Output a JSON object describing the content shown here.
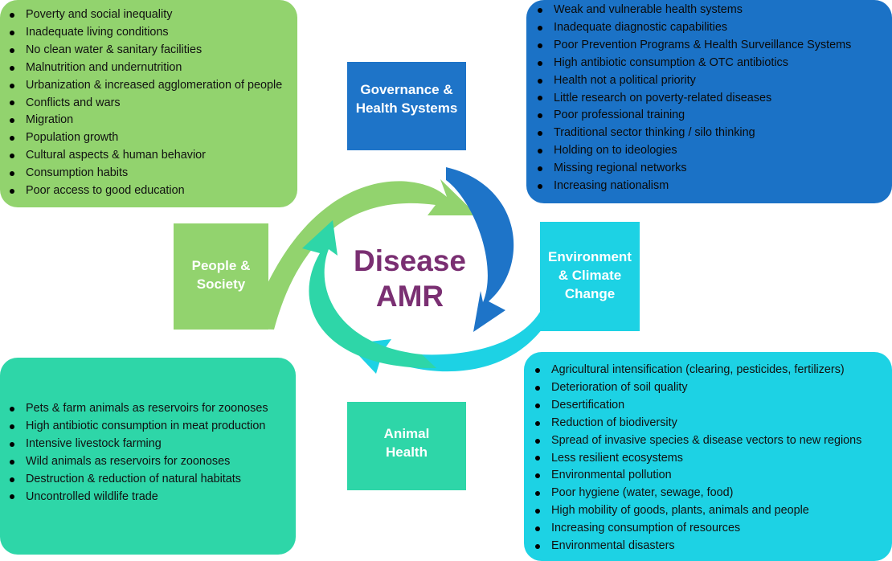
{
  "colors": {
    "people": "#92d36e",
    "governance": "#1e74c8",
    "governance_panel": "#1b72c6",
    "environment": "#1dd2e4",
    "animal": "#2ed6a8",
    "center_text": "#7a2f72"
  },
  "center": {
    "line1": "Disease",
    "line2": "AMR"
  },
  "categories": {
    "governance": {
      "line1": "Governance &",
      "line2": "Health Systems"
    },
    "environment": {
      "line1": "Environment",
      "line2": "& Climate",
      "line3": "Change"
    },
    "people": {
      "line1": "People &",
      "line2": "Society"
    },
    "animal": {
      "line1": "Animal",
      "line2": "Health"
    }
  },
  "panels": {
    "people": [
      "Poverty and social inequality",
      "Inadequate living conditions",
      "No clean water & sanitary facilities",
      "Malnutrition and undernutrition",
      "Urbanization & increased agglomeration of people",
      "Conflicts and wars",
      "Migration",
      "Population growth",
      "Cultural aspects & human behavior",
      "Consumption habits",
      "Poor access to good education"
    ],
    "governance": [
      "Weak and vulnerable health systems",
      "Inadequate diagnostic capabilities",
      "Poor Prevention Programs & Health Surveillance Systems",
      "High antibiotic consumption & OTC antibiotics",
      "Health not a political priority",
      "Little research on poverty-related diseases",
      "Poor professional training",
      "Traditional sector thinking / silo thinking",
      "Holding on to ideologies",
      "Missing regional networks",
      "Increasing nationalism"
    ],
    "animal": [
      "Pets & farm animals as reservoirs for zoonoses",
      "High antibiotic consumption in meat production",
      "Intensive livestock farming",
      "Wild animals as reservoirs for zoonoses",
      "Destruction & reduction of natural habitats",
      "Uncontrolled wildlife trade"
    ],
    "environment": [
      "Agricultural intensification (clearing, pesticides, fertilizers)",
      "Deterioration of soil quality",
      "Desertification",
      "Reduction of biodiversity",
      "Spread of invasive species & disease vectors to new regions",
      "Less resilient ecosystems",
      "Environmental pollution",
      "Poor hygiene (water, sewage, food)",
      "High mobility of goods, plants, animals and people",
      "Increasing consumption of resources",
      "Environmental disasters"
    ]
  }
}
